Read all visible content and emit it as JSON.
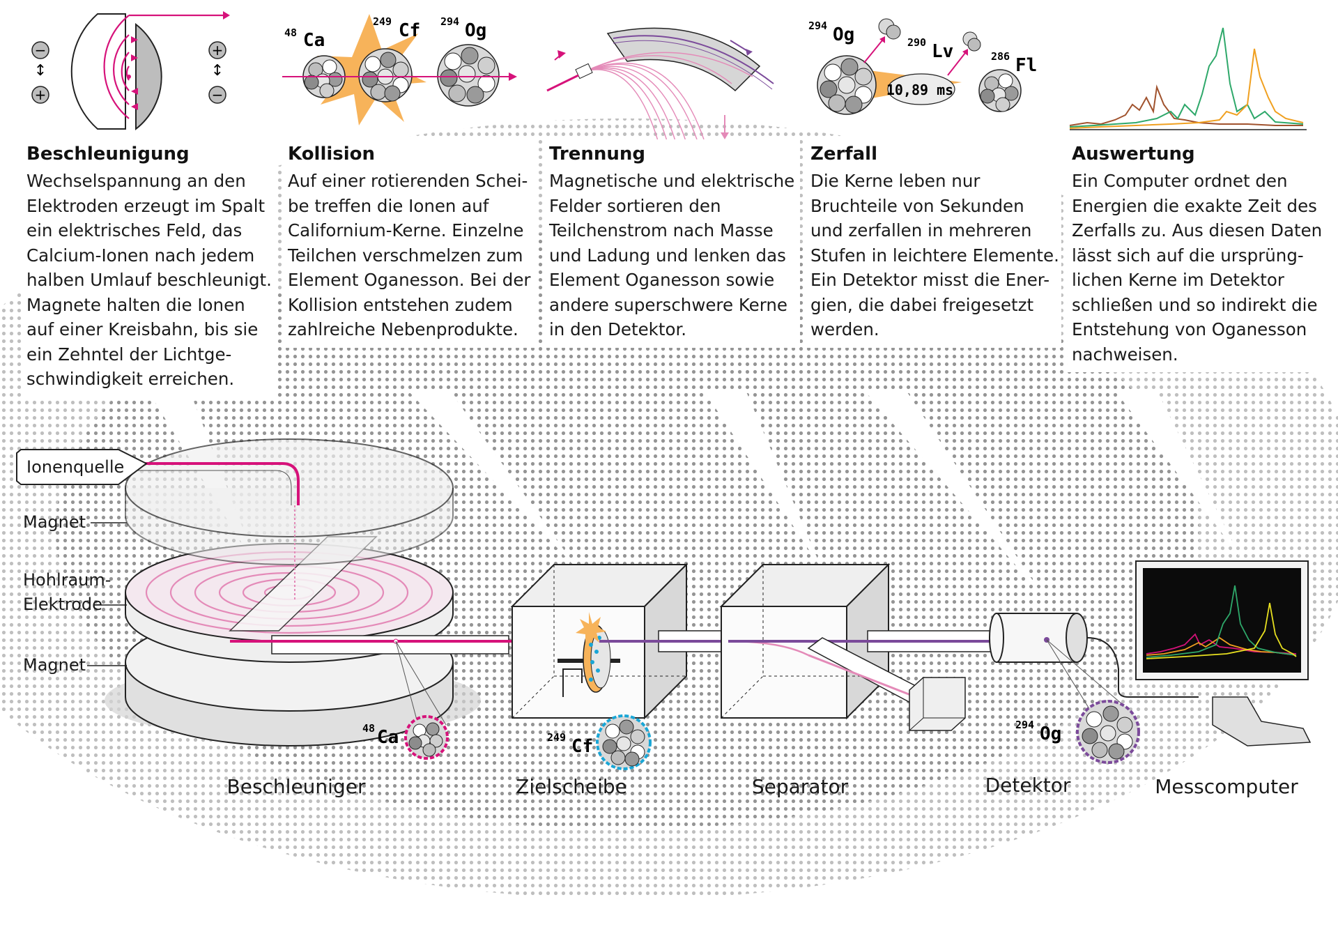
{
  "steps": [
    {
      "title": "Beschleunigung",
      "lines": [
        "Wechselspannung an den",
        "Elektroden erzeugt im Spalt",
        "ein elektrisches Feld, das",
        "Calcium-Ionen nach jedem",
        "halben Umlauf beschleunigt.",
        "Magnete halten die Ionen",
        "auf einer Kreisbahn, bis sie",
        "ein Zehntel der Lichtge-",
        "schwindigkeit erreichen."
      ]
    },
    {
      "title": "Kollision",
      "lines": [
        "Auf einer rotierenden Schei-",
        "be treffen die Ionen auf",
        "Californium-Kerne. Einzelne",
        "Teilchen verschmelzen zum",
        "Element Oganesson. Bei der",
        "Kollision entstehen zudem",
        "zahlreiche Nebenprodukte."
      ]
    },
    {
      "title": "Trennung",
      "lines": [
        "Magnetische und elektrische",
        "Felder sortieren den",
        "Teilchenstrom nach Masse",
        "und Ladung und lenken das",
        "Element Oganesson sowie",
        "andere superschwere Kerne",
        "in den Detektor."
      ]
    },
    {
      "title": "Zerfall",
      "lines": [
        "Die Kerne leben nur",
        "Bruchteile von Sekunden",
        "und zerfallen in mehreren",
        "Stufen in leichtere Elemente.",
        "Ein Detektor misst die Ener-",
        "gien, die dabei freigesetzt",
        "werden."
      ]
    },
    {
      "title": "Auswertung",
      "lines": [
        "Ein Computer ordnet den",
        "Energien die exakte Zeit des",
        "Zerfalls zu. Aus diesen Daten",
        "lässt sich auf die ursprüng-",
        "lichen Kerne im Detektor",
        "schließen und so indirekt die",
        "Entstehung von Oganesson",
        "nachweisen."
      ]
    }
  ],
  "isotopes": {
    "ca": {
      "mass": "48",
      "symbol": "Ca"
    },
    "cf": {
      "mass": "249",
      "symbol": "Cf"
    },
    "og": {
      "mass": "294",
      "symbol": "Og"
    },
    "lv": {
      "mass": "290",
      "symbol": "Lv"
    },
    "fl": {
      "mass": "286",
      "symbol": "Fl"
    }
  },
  "decay_time": "10,89 ms",
  "parts": {
    "ion_source": "Ionenquelle",
    "magnet_top": "Magnet",
    "cavity_1": "Hohlraum-",
    "cavity_2": "Elektrode",
    "magnet_bottom": "Magnet"
  },
  "stations": [
    "Beschleuniger",
    "Zielscheibe",
    "Separator",
    "Detektor",
    "Messcomputer"
  ],
  "signs": {
    "minus": "−",
    "plus": "+",
    "updown": "↕"
  },
  "colors": {
    "beam_magenta": "#d6127a",
    "og_purple": "#7b4a9a",
    "cf_cyan": "#19a6d6",
    "explosion": "#f7b35a",
    "grey": "#bdbdbd",
    "spectrum_green": "#2ea86a",
    "spectrum_orange": "#f0a020",
    "spectrum_brown": "#a0522d",
    "spectrum_yellow": "#e8e020"
  }
}
